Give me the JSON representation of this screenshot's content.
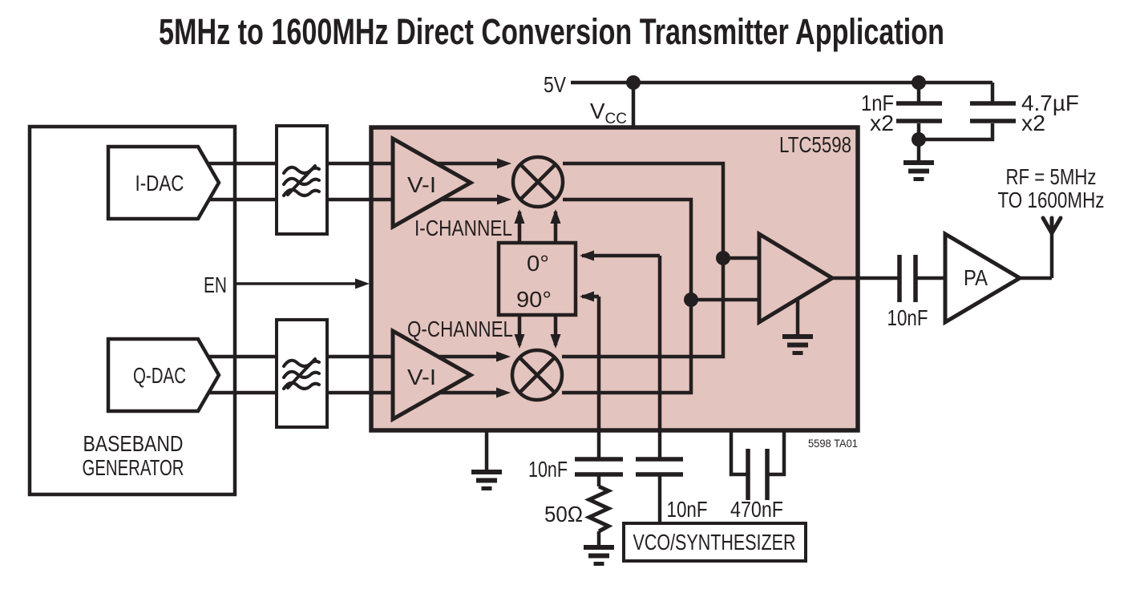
{
  "title": "5MHz to 1600MHz Direct Conversion Transmitter Application",
  "colors": {
    "ink": "#231f20",
    "ic_fill": "#e4c4be",
    "box_fill": "#ffffff"
  },
  "power": {
    "supply_label": "5V",
    "vcc_label": "V",
    "vcc_subscript": "CC",
    "bypass_cap_1": "1nF",
    "bypass_cap_1_qty": "x2",
    "bypass_cap_2": "4.7µF",
    "bypass_cap_2_qty": "x2"
  },
  "baseband": {
    "block_line1": "BASEBAND",
    "block_line2": "GENERATOR",
    "i_dac_label": "I-DAC",
    "q_dac_label": "Q-DAC",
    "enable_label": "EN"
  },
  "ic": {
    "part_number": "LTC5598",
    "i_amp_label": "V-I",
    "q_amp_label": "V-I",
    "i_channel_label": "I-CHANNEL",
    "q_channel_label": "Q-CHANNEL",
    "phase_0_label": "0°",
    "phase_90_label": "90°"
  },
  "lo": {
    "term_cap_label": "10nF",
    "term_res_label": "50Ω",
    "vco_cap_label": "10nF",
    "bypass_cap_label": "470nF",
    "vco_label": "VCO/SYNTHESIZER"
  },
  "output": {
    "coupling_cap_label": "10nF",
    "pa_label": "PA",
    "rf_label_line1": "RF = 5MHz",
    "rf_label_line2": "TO 1600MHz"
  },
  "footnote": "5598 TA01"
}
